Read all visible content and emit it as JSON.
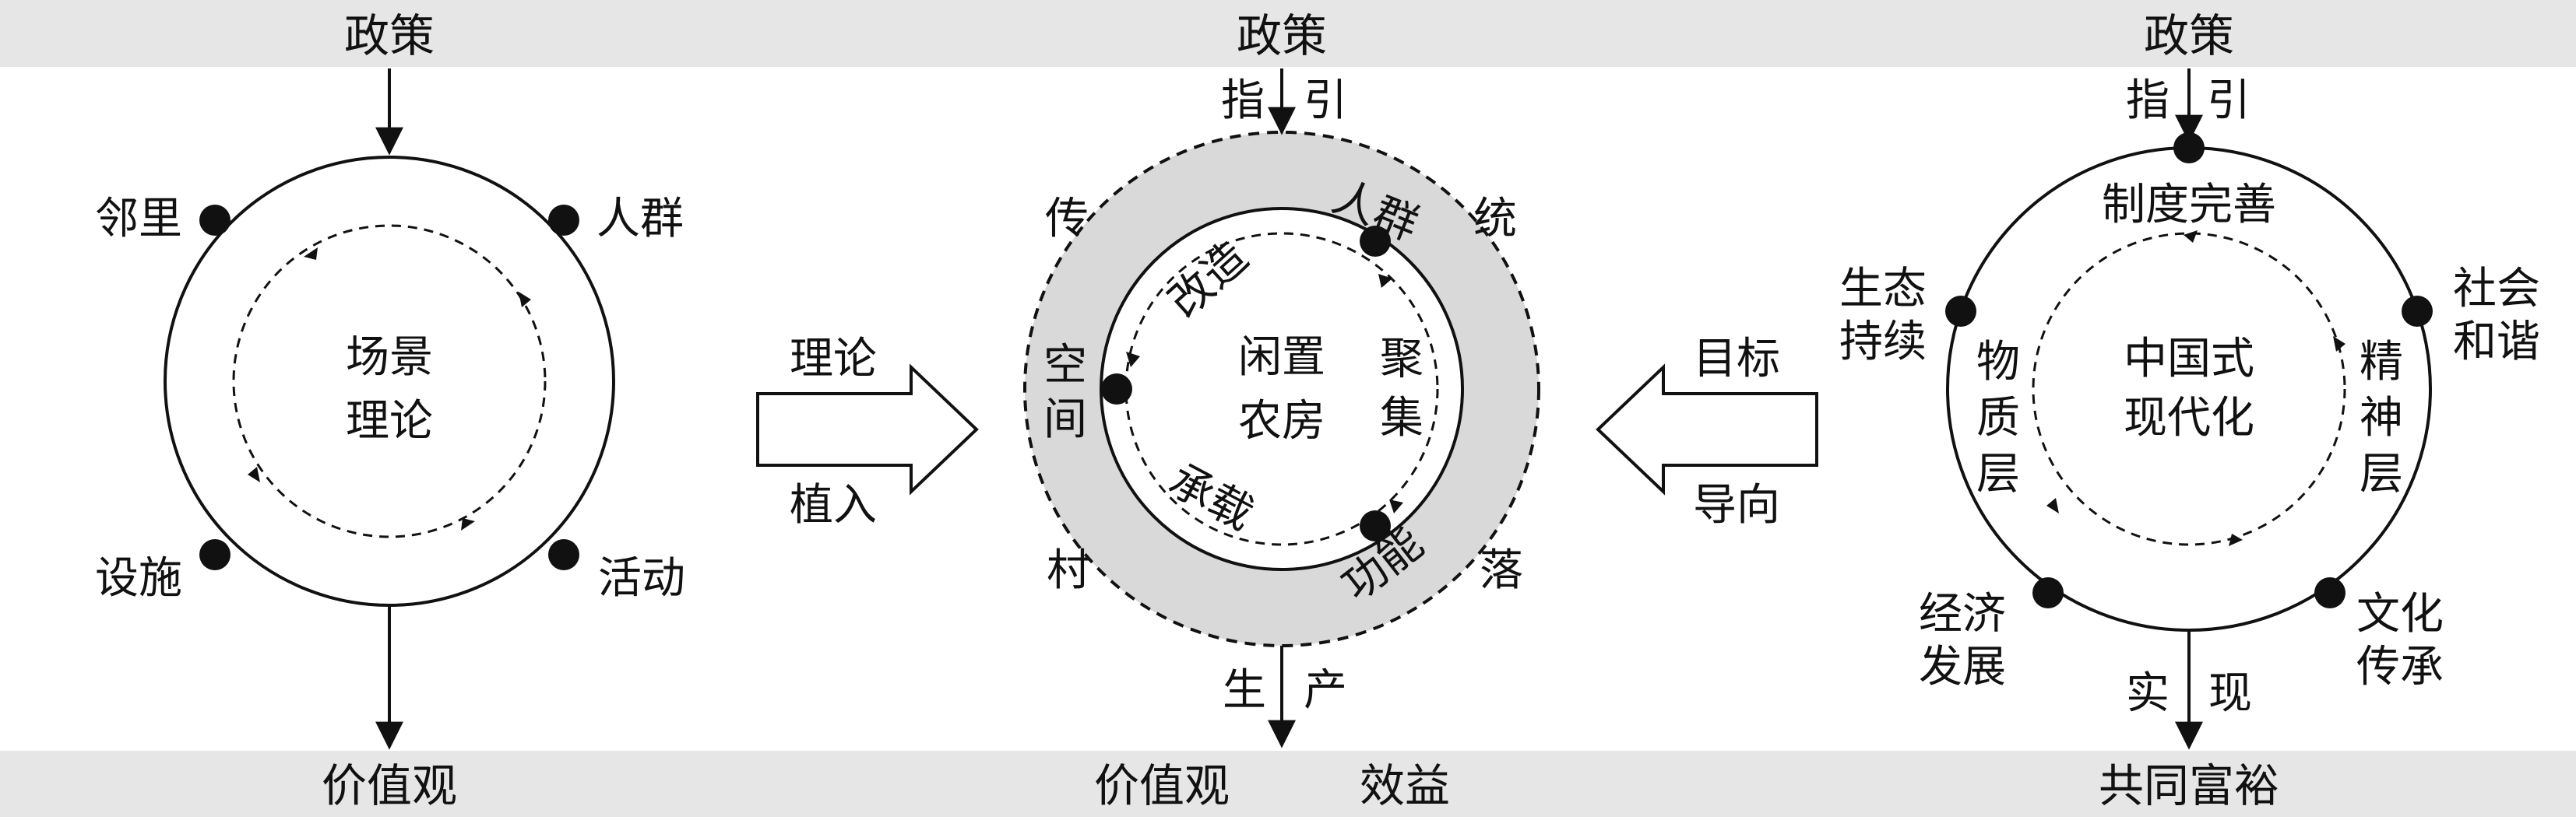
{
  "top_band": {
    "left_label": "政策",
    "middle_label": "政策",
    "right_label": "政策"
  },
  "bottom_band": {
    "left_label": "价值观",
    "middle_label_1": "价值观",
    "middle_label_2": "效益",
    "right_label": "共同富裕"
  },
  "left_circle": {
    "center_line1": "场景",
    "center_line2": "理论",
    "nodes": {
      "top_left": "邻里",
      "top_right": "人群",
      "bottom_left": "设施",
      "bottom_right": "活动"
    }
  },
  "left_arrow": {
    "top": "理论",
    "bottom": "植入"
  },
  "middle_circle": {
    "guide_left": "指",
    "guide_right": "引",
    "produce_left": "生",
    "produce_right": "产",
    "center_line1": "闲置",
    "center_line2": "农房",
    "inner": {
      "gaizao": "改造",
      "juji_1": "聚",
      "juji_2": "集",
      "chengzai": "承载",
      "kongjian_1": "空",
      "kongjian_2": "间",
      "renqun": "人群",
      "gongneng": "功能"
    },
    "outer": {
      "chuan": "传",
      "tong": "统",
      "cun": "村",
      "luo": "落"
    }
  },
  "right_arrow": {
    "top": "目标",
    "bottom": "导向"
  },
  "right_circle": {
    "guide_left": "指",
    "guide_right": "引",
    "realize_left": "实",
    "realize_right": "现",
    "center_line1": "中国式",
    "center_line2": "现代化",
    "nodes": {
      "top": "制度完善",
      "left_top_1": "生态",
      "left_top_2": "持续",
      "right_top_1": "社会",
      "right_top_2": "和谐",
      "left_bottom_1": "经济",
      "left_bottom_2": "发展",
      "right_bottom_1": "文化",
      "right_bottom_2": "传承"
    },
    "layers": {
      "material_1": "物",
      "material_2": "质",
      "material_3": "层",
      "spirit_1": "精",
      "spirit_2": "神",
      "spirit_3": "层"
    }
  },
  "colors": {
    "band": "#e6e6e6",
    "ring": "#d9d9d9",
    "ink": "#111111"
  }
}
